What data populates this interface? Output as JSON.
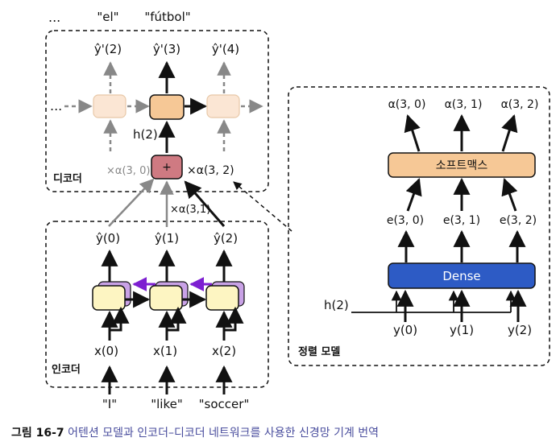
{
  "decoder": {
    "top_dots": "...",
    "words": [
      "\"el\"",
      "\"fútbol\""
    ],
    "outputs": [
      "ŷ'(2)",
      "ŷ'(3)",
      "ŷ'(4)"
    ],
    "left_dots": "...",
    "hidden": "h(2)",
    "plus": "+",
    "alpha_left": "×α(3, 0)",
    "alpha_right": "×α(3, 2)",
    "alpha_mid": "×α(3,1)",
    "label": "디코더"
  },
  "encoder": {
    "outputs": [
      "ŷ(0)",
      "ŷ(1)",
      "ŷ(2)"
    ],
    "inputs": [
      "x(0)",
      "x(1)",
      "x(2)"
    ],
    "label": "인코더",
    "words": [
      "\"I\"",
      "\"like\"",
      "\"soccer\""
    ]
  },
  "alignment": {
    "alphas": [
      "α(3, 0)",
      "α(3, 1)",
      "α(3, 2)"
    ],
    "softmax": "소프트맥스",
    "energies": [
      "e(3, 0)",
      "e(3, 1)",
      "e(3, 2)"
    ],
    "dense": "Dense",
    "h_in": "h(2)",
    "y_in": [
      "y(0)",
      "y(1)",
      "y(2)"
    ],
    "label": "정렬 모델"
  },
  "caption": {
    "number": "그림 16-7",
    "text": "어텐션 모델과 인코더–디코더 네트워크를 사용한 신경망 기계 번역"
  },
  "colors": {
    "orange": "#f6c896",
    "orange_faded": "#fbe6d4",
    "red_add": "#cf7a82",
    "yellow": "#fdf5c2",
    "purple": "#c9a2e6",
    "purple_arrow": "#7d1fd1",
    "dense": "#2d5bc5",
    "gray": "#888888"
  }
}
